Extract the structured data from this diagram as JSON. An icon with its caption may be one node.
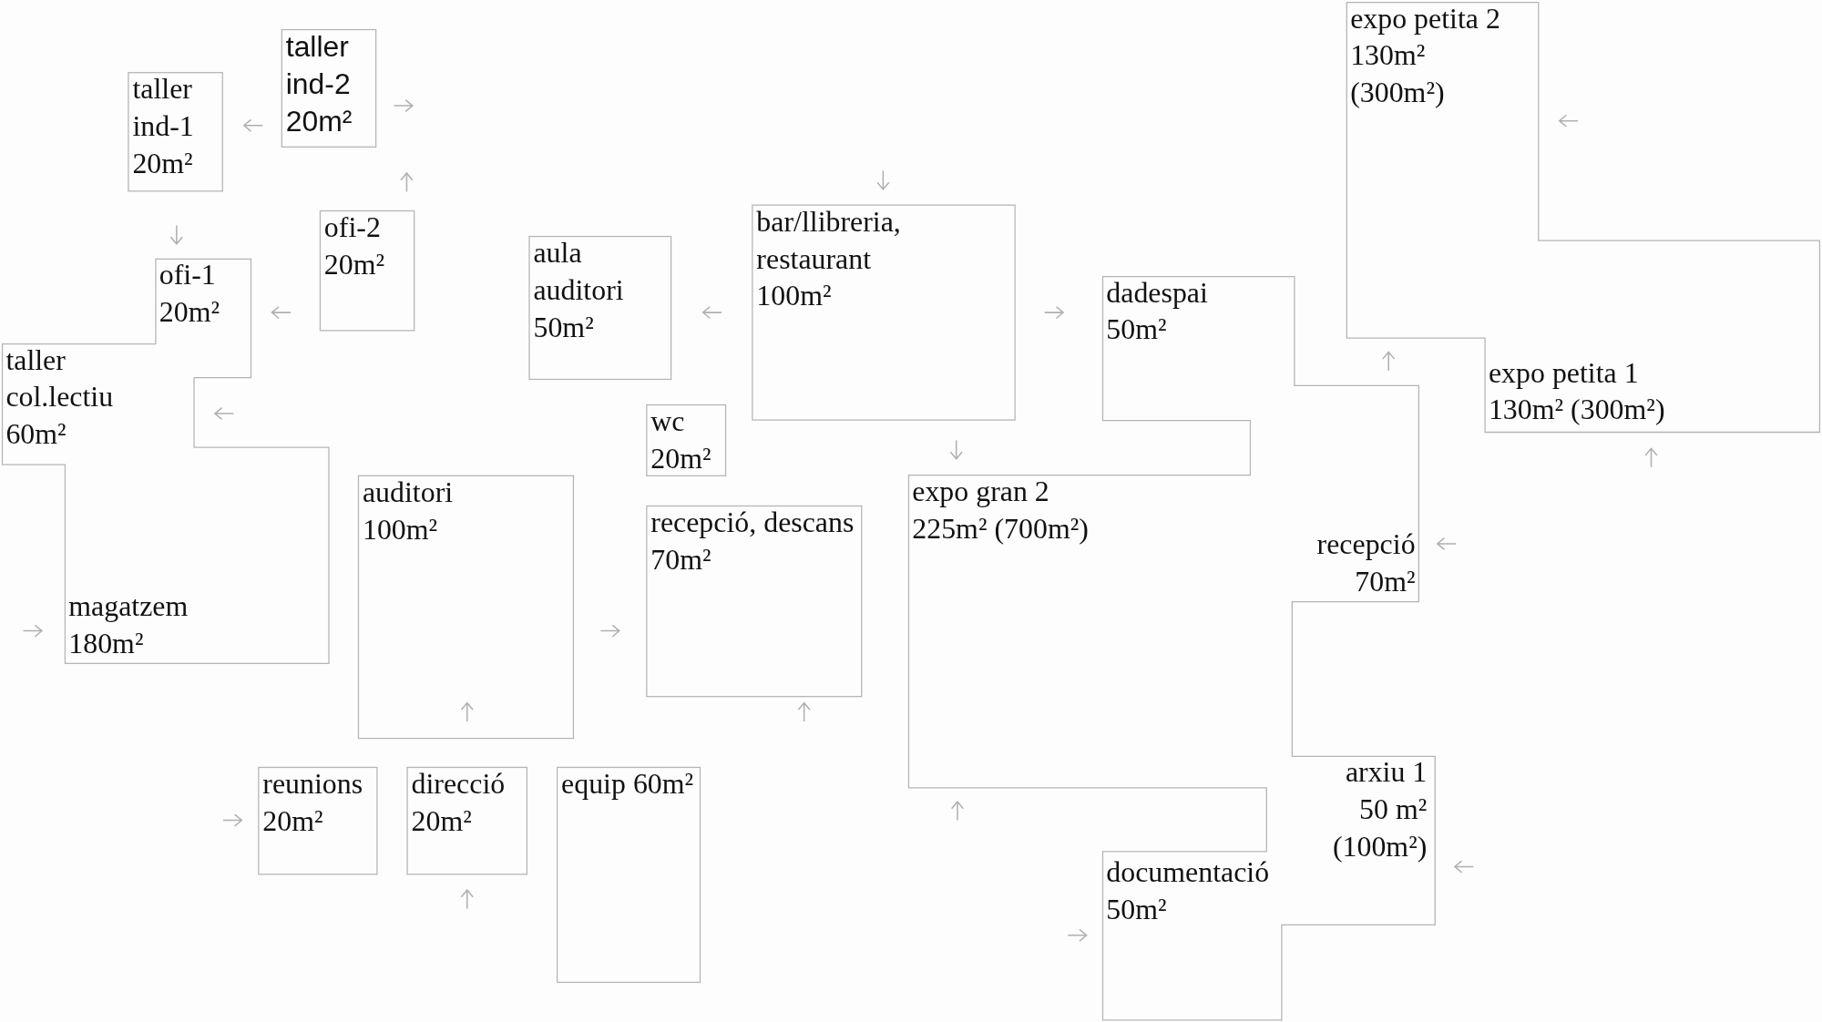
{
  "diagram": {
    "nodes": [
      {
        "text": [
          "taller ind-2 20m²"
        ]
      },
      {
        "text": [
          "taller ind-1 20m²"
        ]
      },
      {
        "text": [
          "ofi-2 20m²"
        ]
      },
      {
        "text": [
          "ofi-1 20m²",
          "taller col.lectiu 60m²",
          "magatzem 180m²"
        ]
      },
      {
        "text": [
          "aula auditori 50m²"
        ]
      },
      {
        "text": [
          "bar/llibreria, restaurant 100m²"
        ]
      },
      {
        "text": [
          "wc 20m²"
        ]
      },
      {
        "text": [
          "auditori 100m²"
        ]
      },
      {
        "text": [
          "recepció, descans 70m²"
        ]
      },
      {
        "text": [
          "dadespai 50m²",
          "expo gran 2 225m² (700m²)",
          "recepció 70m²",
          "arxiu 1 50 m² (100m²)",
          "documentació 50m²"
        ]
      },
      {
        "text": [
          "expo petita 2 130m² (300m²)",
          "expo petita 1 130m² (300m²)"
        ]
      },
      {
        "text": [
          "reunions 20m²"
        ]
      },
      {
        "text": [
          "direcció 20m²"
        ]
      },
      {
        "text": [
          "equip 60m²"
        ]
      }
    ]
  }
}
